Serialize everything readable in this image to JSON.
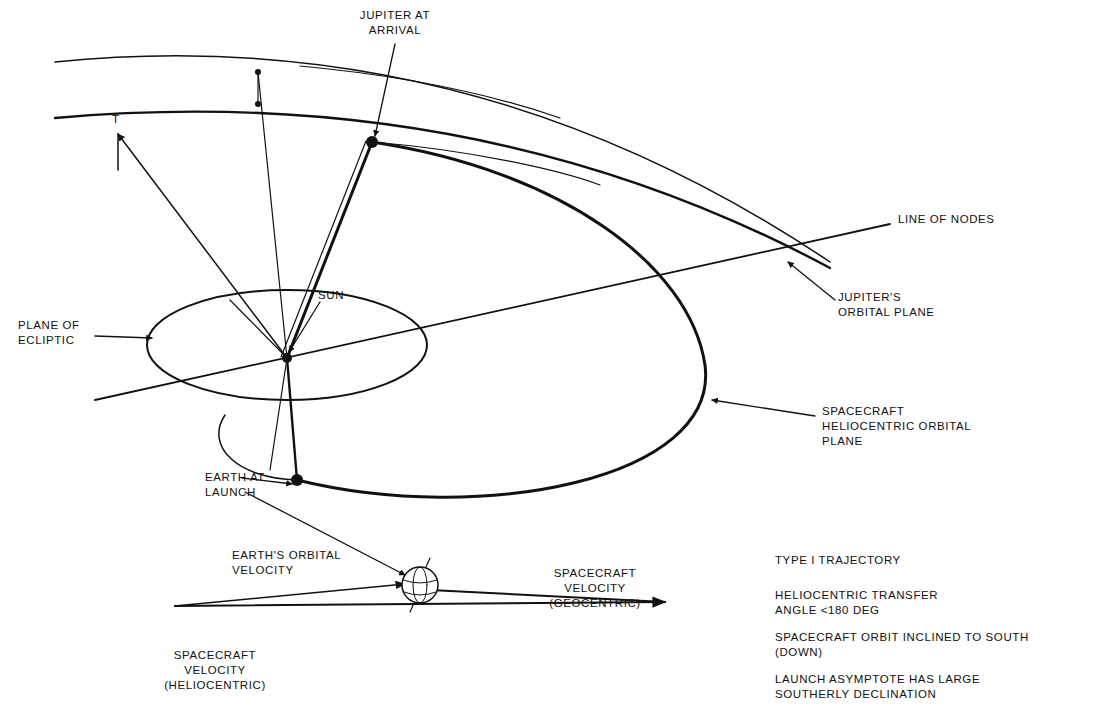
{
  "diagram": {
    "labels": [
      "JUPITER AT ARRIVAL",
      "T",
      "LINE OF NODES",
      "SUN",
      "PLANE OF ECLIPTIC",
      "JUPITER'S ORBITAL PLANE",
      "SPACECRAFT HELIOCENTRIC ORBITAL PLANE",
      "EARTH AT LAUNCH",
      "EARTH'S ORBITAL VELOCITY",
      "SPACECRAFT VELOCITY (GEOCENTRIC)",
      "SPACECRAFT VELOCITY (HELIOCENTRIC)",
      "TYPE I TRAJECTORY",
      "HELIOCENTRIC TRANSFER ANGLE <180 DEG",
      "SPACECRAFT ORBIT INCLINED TO SOUTH (DOWN)",
      "LAUNCH ASYMPTOTE HAS LARGE SOUTHERLY DECLINATION"
    ]
  }
}
